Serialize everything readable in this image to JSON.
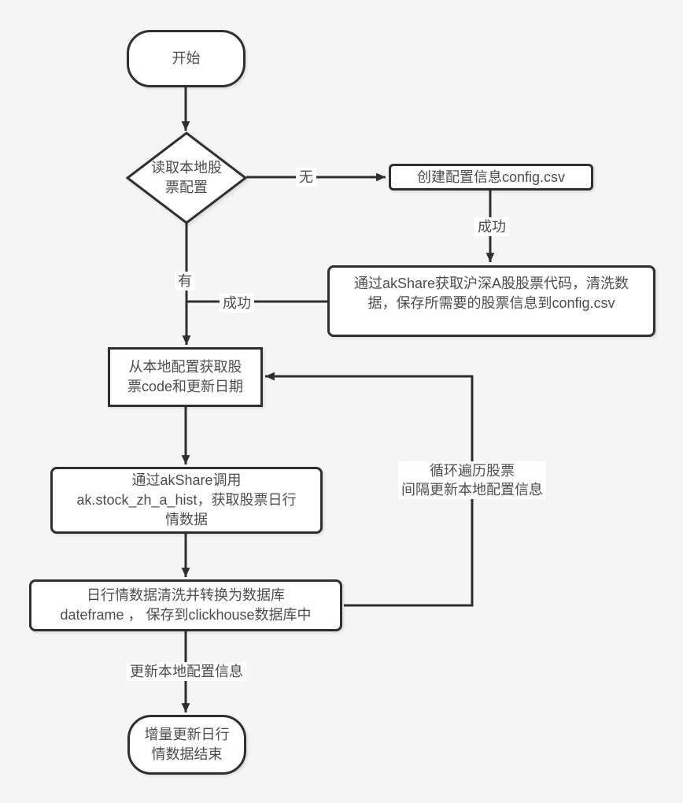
{
  "canvas": {
    "background_color": "#f5f5f5",
    "stroke_color": "#2f2f2f",
    "node_fill_color": "#ffffff",
    "text_color": "#4d4d4d"
  },
  "nodes": {
    "start": {
      "label": "开始",
      "shape": "stadium"
    },
    "decision": {
      "label": "读取本地股\n票配置",
      "shape": "diamond"
    },
    "create_config": {
      "label": "创建配置信息config.csv",
      "shape": "rounded-rect"
    },
    "fetch_codes": {
      "label": "通过akShare获取沪深A股股票代码，清洗数\n据，保存所需要的股票信息到config.csv",
      "shape": "rounded-rect"
    },
    "read_config": {
      "label": "从本地配置获取股\n票code和更新日期",
      "shape": "rect"
    },
    "fetch_hist": {
      "label": "通过akShare调用\nak.stock_zh_a_hist，获取股票日行\n情数据",
      "shape": "rounded-rect"
    },
    "clean_save": {
      "label": "日行情数据清洗并转换为数据库\ndateframe ， 保存到clickhouse数据库中",
      "shape": "rounded-rect"
    },
    "end": {
      "label": "增量更新日行\n情数据结束",
      "shape": "stadium"
    }
  },
  "edge_labels": {
    "no": "无",
    "yes": "有",
    "success_vertical": "成功",
    "success_horizontal": "成功",
    "loop": "循环遍历股票\n间隔更新本地配置信息",
    "update_config": "更新本地配置信息"
  }
}
